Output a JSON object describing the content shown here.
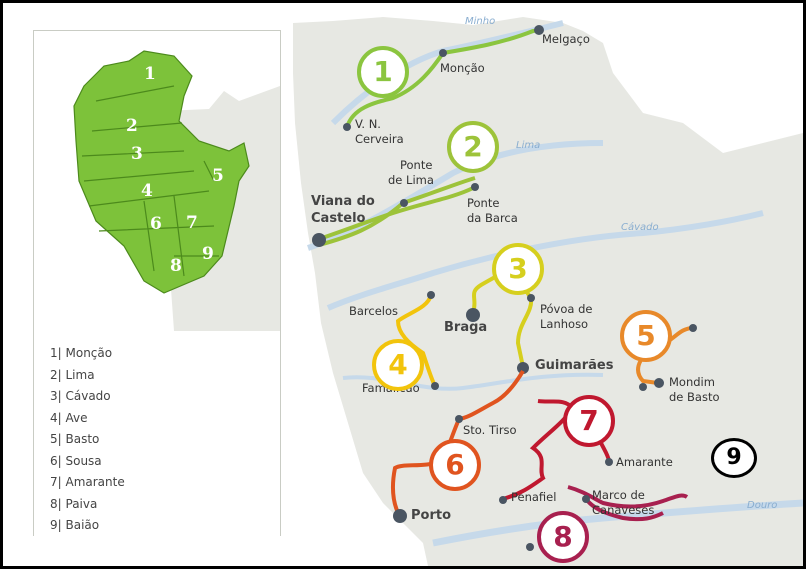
{
  "rivers": {
    "minho": "Minho",
    "lima": "Lima",
    "cavado": "Cávado",
    "douro": "Douro"
  },
  "towns": {
    "melgaco": "Melgaço",
    "moncao": "Monção",
    "vnc_1": "V. N.",
    "vnc_2": "Cerveira",
    "pontelima_1": "Ponte",
    "pontelima_2": "de Lima",
    "pontebarca_1": "Ponte",
    "pontebarca_2": "da Barca",
    "viana_1": "Viana do",
    "viana_2": "Castelo",
    "barcelos": "Barcelos",
    "braga": "Braga",
    "povoa_1": "Póvoa de",
    "povoa_2": "Lanhoso",
    "guimaraes": "Guimarães",
    "famalicao": "Famalicão",
    "mondim_1": "Mondim",
    "mondim_2": "de Basto",
    "stotirso": "Sto. Tirso",
    "amarante": "Amarante",
    "penafiel": "Penafiel",
    "marco_1": "Marco de",
    "marco_2": "Canaveses",
    "porto": "Porto"
  },
  "routes": {
    "r1": "1",
    "r2": "2",
    "r3": "3",
    "r4": "4",
    "r5": "5",
    "r6": "6",
    "r7": "7",
    "r8": "8"
  },
  "route_colors": {
    "r1": "#8bc53f",
    "r2": "#9dc33a",
    "r3": "#d6cf1e",
    "r4": "#f2c40c",
    "r5": "#e8892a",
    "r6": "#e0541f",
    "r7": "#c0182f",
    "r8": "#a8204f"
  },
  "extra_badge": "9",
  "inset_numbers": [
    "1",
    "2",
    "3",
    "4",
    "5",
    "6",
    "7",
    "8",
    "9"
  ],
  "legend": [
    "1| Monção",
    "2| Lima",
    "3| Cávado",
    "4| Ave",
    "5| Basto",
    "6| Sousa",
    "7| Amarante",
    "8| Paiva",
    "9| Baião"
  ]
}
